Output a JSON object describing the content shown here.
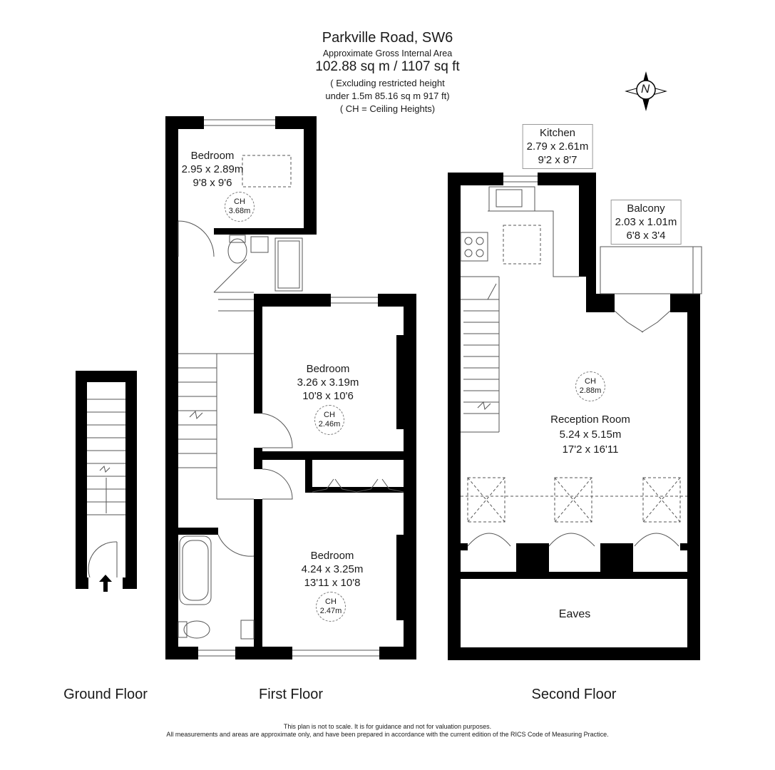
{
  "header": {
    "title": "Parkville Road, SW6",
    "area_label": "Approximate Gross Internal Area",
    "area": "102.88 sq m / 1107 sq ft",
    "excluding_line1": "( Excluding restricted height",
    "excluding_line2": "under 1.5m 85.16 sq m 917 ft)",
    "ch_note": "( CH = Ceiling Heights)"
  },
  "compass": {
    "letter": "N",
    "icon": "north-arrow-icon"
  },
  "rooms": {
    "bedroom1": {
      "name": "Bedroom",
      "metric": "2.95 x 2.89m",
      "imperial": "9'8 x 9'6",
      "ch_label": "CH",
      "ch": "3.68m"
    },
    "bedroom2": {
      "name": "Bedroom",
      "metric": "3.26 x 3.19m",
      "imperial": "10'8 x 10'6",
      "ch_label": "CH",
      "ch": "2.46m"
    },
    "bedroom3": {
      "name": "Bedroom",
      "metric": "4.24 x 3.25m",
      "imperial": "13'11 x 10'8",
      "ch_label": "CH",
      "ch": "2.47m"
    },
    "kitchen": {
      "name": "Kitchen",
      "metric": "2.79 x 2.61m",
      "imperial": "9'2 x 8'7"
    },
    "balcony": {
      "name": "Balcony",
      "metric": "2.03 x 1.01m",
      "imperial": "6'8 x 3'4"
    },
    "reception": {
      "name": "Reception Room",
      "metric": "5.24 x 5.15m",
      "imperial": "17'2 x 16'11",
      "ch_label": "CH",
      "ch": "2.88m"
    },
    "eaves": {
      "name": "Eaves"
    }
  },
  "floors": {
    "ground": "Ground Floor",
    "first": "First Floor",
    "second": "Second Floor"
  },
  "footer": {
    "line1": "This plan is not to scale. It is for guidance and not for valuation purposes.",
    "line2": "All measurements and areas are approximate only, and have been prepared in accordance with the current edition of the RICS Code of Measuring Practice."
  },
  "colors": {
    "wall": "#000000",
    "fixture": "#555555",
    "dashed": "#999999"
  }
}
